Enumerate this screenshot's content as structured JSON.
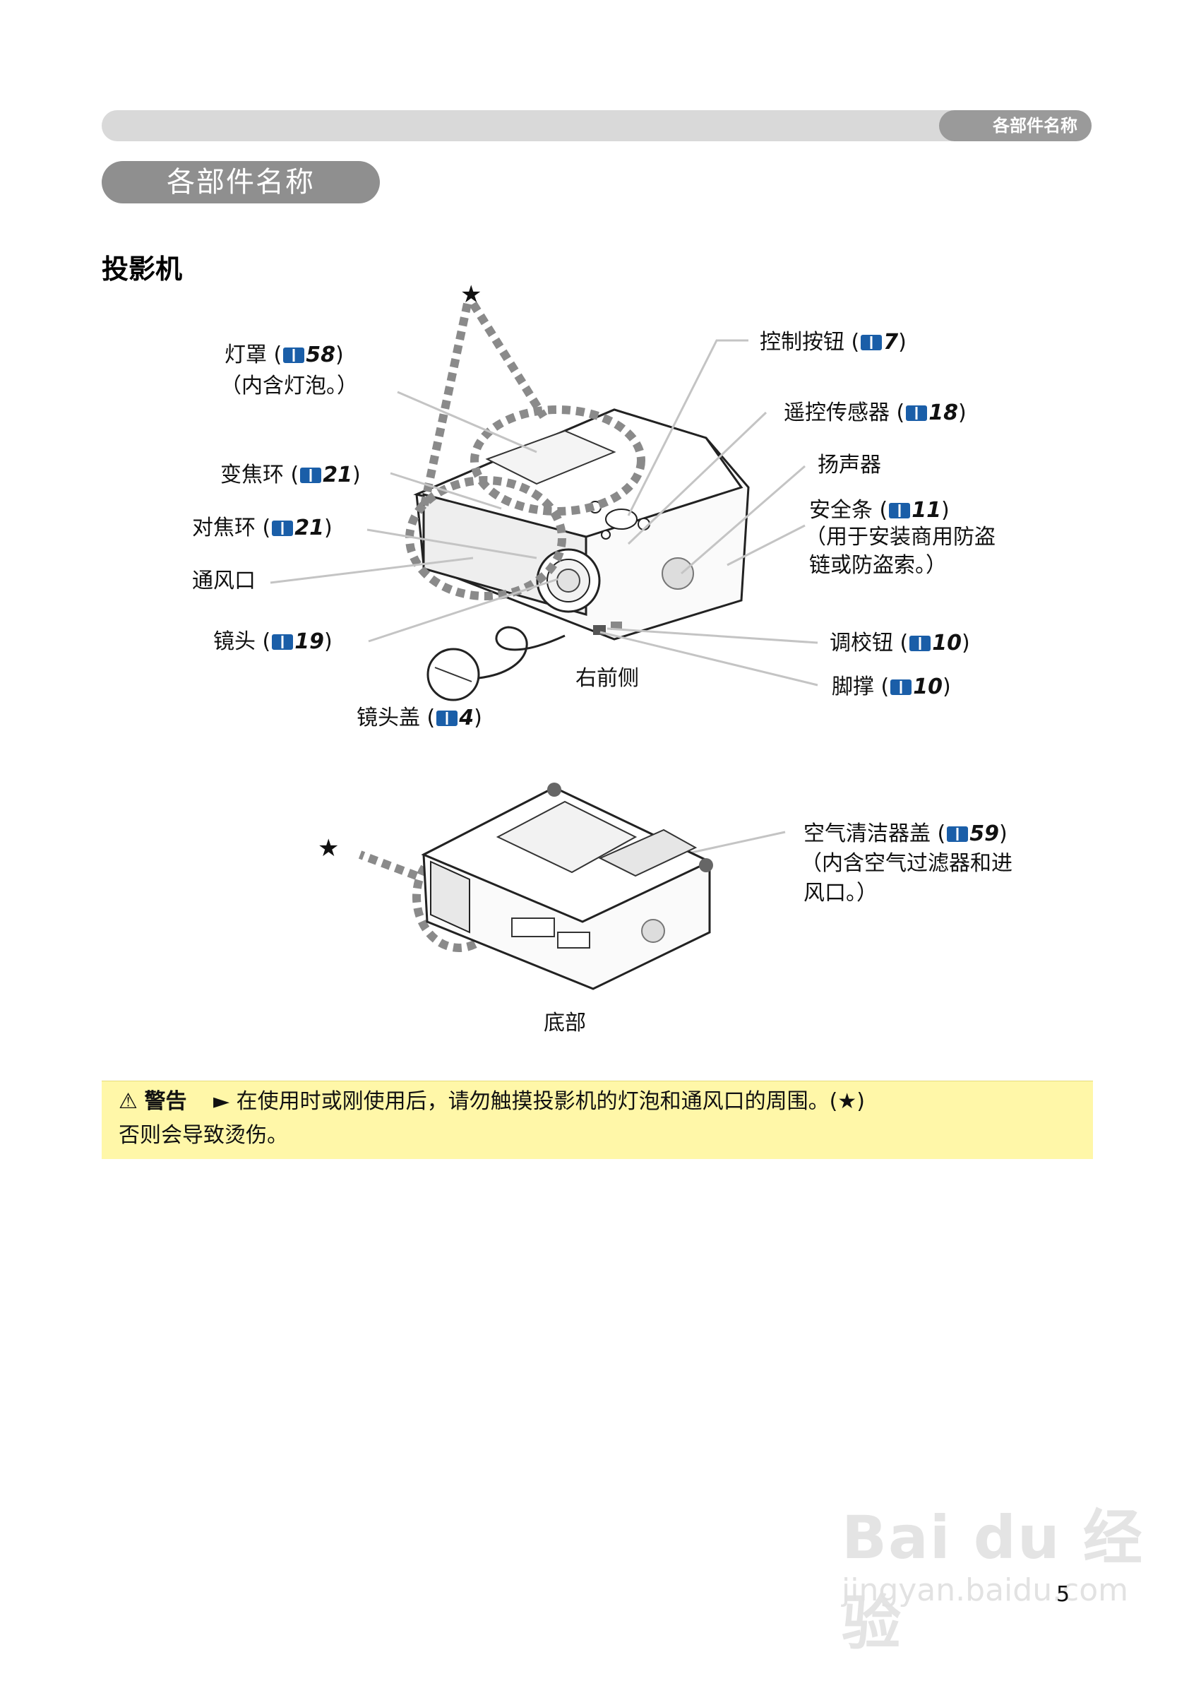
{
  "header": {
    "running_title": "各部件名称"
  },
  "section": {
    "title": "各部件名称"
  },
  "subheading": "投影机",
  "labels": {
    "lamp_cover": {
      "name": "灯罩 (",
      "ref": "58",
      "close": ")",
      "note": "（内含灯泡。）"
    },
    "zoom_ring": {
      "name": "变焦环 (",
      "ref": "21",
      "close": ")"
    },
    "focus_ring": {
      "name": "对焦环 (",
      "ref": "21",
      "close": ")"
    },
    "vent": {
      "name": "通风口"
    },
    "lens": {
      "name": "镜头 (",
      "ref": "19",
      "close": ")"
    },
    "lens_cap": {
      "name": "镜头盖 (",
      "ref": "4",
      "close": ")"
    },
    "control_buttons": {
      "name": "控制按钮 (",
      "ref": "7",
      "close": ")"
    },
    "remote_sensor": {
      "name": "遥控传感器 (",
      "ref": "18",
      "close": ")"
    },
    "speaker": {
      "name": "扬声器"
    },
    "security_bar": {
      "name": "安全条 (",
      "ref": "11",
      "close": ")",
      "note1": "（用于安装商用防盗",
      "note2": "链或防盗索。）"
    },
    "adjuster_button": {
      "name": "调校钮 (",
      "ref": "10",
      "close": ")"
    },
    "foot": {
      "name": "脚撑 (",
      "ref": "10",
      "close": ")"
    },
    "air_filter_cover": {
      "name": "空气清洁器盖 (",
      "ref": "59",
      "close": ")",
      "note1": "（内含空气过滤器和进",
      "note2": "风口。）"
    }
  },
  "view_captions": {
    "front_right": "右前侧",
    "bottom": "底部"
  },
  "warning": {
    "symbol": "⚠",
    "label": "警告",
    "text": "► 在使用时或刚使用后，请勿触摸投影机的灯泡和通风口的周围。(★)",
    "text2": "否则会导致烫伤。"
  },
  "star_symbol": "★",
  "page_number": "5",
  "watermark": {
    "logo": "Bai du 经验",
    "site": "jingyan.baidu.com"
  },
  "colors": {
    "warning_bg": "#fff7a8",
    "header_gray": "#9a9a9a",
    "book_icon": "#1a5ea8"
  }
}
